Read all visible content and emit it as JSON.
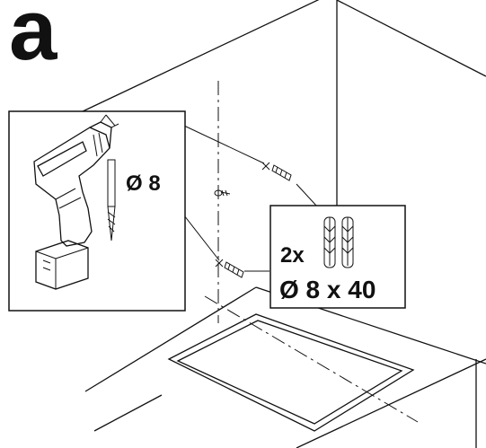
{
  "step": {
    "letter": "a"
  },
  "drill_callout": {
    "bit_label": "Ø 8"
  },
  "anchor_callout": {
    "quantity": "2x",
    "size": "Ø 8 x 40"
  },
  "colors": {
    "line": "#111111",
    "hob_surface": "#eeeeee",
    "background": "#ffffff"
  }
}
